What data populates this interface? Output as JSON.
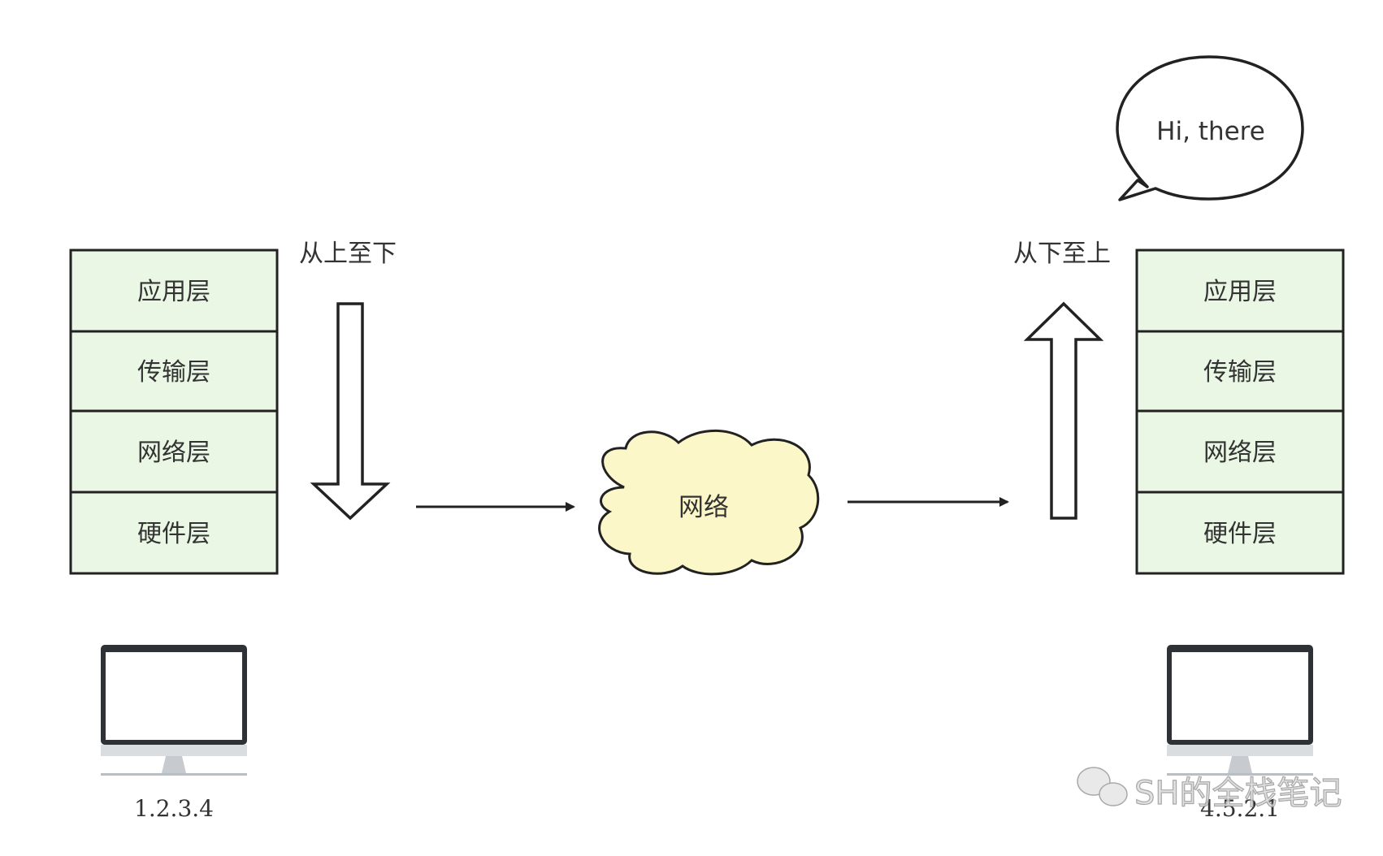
{
  "left_host": {
    "layers": [
      "应用层",
      "传输层",
      "网络层",
      "硬件层"
    ],
    "direction_label": "从上至下",
    "ip": "1.2.3.4"
  },
  "right_host": {
    "layers": [
      "应用层",
      "传输层",
      "网络层",
      "硬件层"
    ],
    "direction_label": "从下至上",
    "ip": "4.5.2.1",
    "speech_bubble": "Hi, there"
  },
  "network": {
    "label": "网络"
  },
  "watermark": {
    "text": "SH的全栈笔记"
  },
  "colors": {
    "layer_fill": "#e9f7e4",
    "cloud_fill": "#fcf7c8",
    "stroke": "#222222"
  },
  "icons": [
    "monitor-icon",
    "down-arrow-icon",
    "up-arrow-icon",
    "right-arrow-icon",
    "cloud-icon",
    "speech-bubble-icon",
    "wechat-icon"
  ]
}
